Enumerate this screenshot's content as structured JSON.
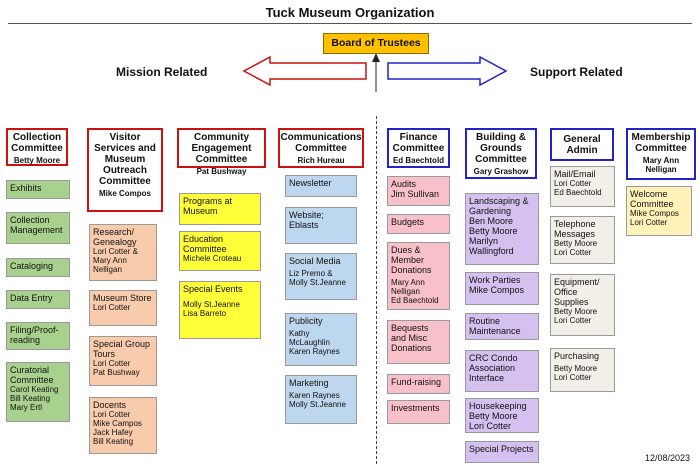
{
  "title": "Tuck Museum Organization",
  "board": "Board of Trustees",
  "mission_label": "Mission Related",
  "support_label": "Support Related",
  "date": "12/08/2023",
  "colors": {
    "mission_border": "#cc1111",
    "support_border": "#2222cc",
    "board": "#ffc000"
  },
  "collection": {
    "title": "Collection Committee",
    "person": "Betty Moore",
    "items": [
      {
        "label": "Exhibits"
      },
      {
        "label": "Collection Management"
      },
      {
        "label": "Cataloging"
      },
      {
        "label": "Data Entry"
      },
      {
        "label": "Filing/Proof-reading"
      },
      {
        "label": "Curatorial Committee",
        "people": "Carol Keating\nBill Keating\nMary Ertl"
      }
    ]
  },
  "visitor": {
    "title": "Visitor Services and Museum Outreach Committee",
    "person": "Mike Compos",
    "items": [
      {
        "label": "Research/ Genealogy",
        "people": "Lori Cotter &\nMary Ann\nNelligan"
      },
      {
        "label": "Museum Store",
        "people": "Lori Cotter"
      },
      {
        "label": "Special Group Tours",
        "people": "Lori Cotter\nPat Bushway"
      },
      {
        "label": "Docents",
        "people": "Lori Cotter\nMike Campos\nJack Hafey\nBill Keating"
      }
    ]
  },
  "community": {
    "title": "Community Engagement Committee",
    "person": "Pat Bushway",
    "items": [
      {
        "label": "Programs at Museum"
      },
      {
        "label": "Education Committee",
        "people": "Michele Croteau"
      },
      {
        "label": "Special Events",
        "people": "Molly St.Jeanne\nLisa Barreto"
      }
    ]
  },
  "communications": {
    "title": "Communications Committee",
    "person": "Rich Hureau",
    "items": [
      {
        "label": "Newsletter"
      },
      {
        "label": "Website; Eblasts"
      },
      {
        "label": "Social Media",
        "people": "Liz Premo &\nMolly St.Jeanne"
      },
      {
        "label": "Publicity",
        "people": "Kathy\nMcLaughlin\nKaren Raynes"
      },
      {
        "label": "Marketing",
        "people": "Karen Raynes\nMolly St.Jeanne"
      }
    ]
  },
  "finance": {
    "title": "Finance Committee",
    "person": "Ed Baechtold",
    "items": [
      {
        "label": "Audits\nJim Sullivan"
      },
      {
        "label": "Budgets"
      },
      {
        "label": "Dues & Member Donations",
        "people": "Mary Ann\nNelligan\nEd Baechtold"
      },
      {
        "label": "Bequests and Misc Donations"
      },
      {
        "label": "Fund-raising"
      },
      {
        "label": "Investments"
      }
    ]
  },
  "building": {
    "title": "Building & Grounds Committee",
    "person": "Gary Grashow",
    "items": [
      {
        "label": "Landscaping & Gardening\nBen Moore\nBetty Moore\nMarilyn\nWallingford"
      },
      {
        "label": "Work Parties\nMike Compos"
      },
      {
        "label": "Routine Maintenance"
      },
      {
        "label": "CRC Condo Association Interface"
      },
      {
        "label": "Housekeeping\nBetty Moore\nLori Cotter"
      },
      {
        "label": "Special Projects"
      }
    ]
  },
  "general": {
    "title": "General Admin",
    "items": [
      {
        "label": "Mail/Email",
        "people": "Lori Cotter\nEd Baechtold"
      },
      {
        "label": "Telephone Messages",
        "people": "Betty Moore\nLori Cotter"
      },
      {
        "label": "Equipment/ Office Supplies",
        "people": "Betty Moore\nLori Cotter"
      },
      {
        "label": "Purchasing",
        "people": "Betty Moore\nLori Cotter"
      }
    ]
  },
  "membership": {
    "title": "Membership Committee",
    "person": "Mary Ann Nelligan",
    "items": [
      {
        "label": "Welcome Committee",
        "people": "Mike Compos\nLori Cotter"
      }
    ]
  }
}
